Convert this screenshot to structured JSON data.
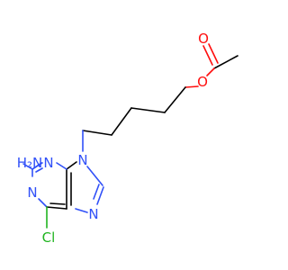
{
  "colors": {
    "nitrogen": "#3050F8",
    "oxygen": "#FF0D0D",
    "chlorine": "#1FB41F",
    "bond": "#000000",
    "background": "#FFFFFF"
  },
  "atoms": {
    "amine": "H₂N",
    "n_pyrimidine_left": "N",
    "n_pyrimidine_bottom": "N",
    "n9": "N",
    "n7": "N",
    "chlorine": "Cl",
    "ester_oxygen": "O",
    "carbonyl_oxygen": "O"
  }
}
